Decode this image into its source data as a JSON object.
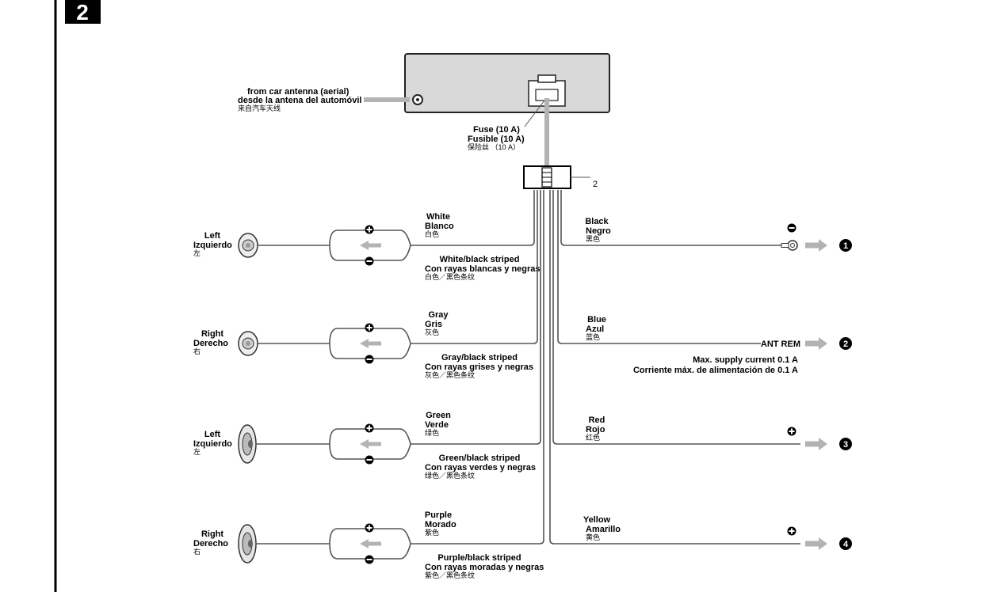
{
  "section_number": "2",
  "unit": {
    "antenna": [
      "from car antenna (aerial)",
      "desde la antena del automóvil",
      "来自汽车天线"
    ],
    "fuse": [
      "Fuse (10 A)",
      "Fusible (10 A)",
      "保险丝 （10 A）"
    ],
    "connector_label": "2"
  },
  "speakers": [
    {
      "side": [
        "Left",
        "Izquierdo",
        "左"
      ],
      "plus": [
        "White",
        "Blanco",
        "白色"
      ],
      "minus": [
        "White/black striped",
        "Con rayas blancas y negras",
        "白色／黑色条纹"
      ]
    },
    {
      "side": [
        "Right",
        "Derecho",
        "右"
      ],
      "plus": [
        "Gray",
        "Gris",
        "灰色"
      ],
      "minus": [
        "Gray/black striped",
        "Con rayas grises y negras",
        "灰色／黑色条纹"
      ]
    },
    {
      "side": [
        "Left",
        "Izquierdo",
        "左"
      ],
      "plus": [
        "Green",
        "Verde",
        "绿色"
      ],
      "minus": [
        "Green/black striped",
        "Con rayas verdes y negras",
        "绿色／黑色条纹"
      ]
    },
    {
      "side": [
        "Right",
        "Derecho",
        "右"
      ],
      "plus": [
        "Purple",
        "Morado",
        "紫色"
      ],
      "minus": [
        "Purple/black striped",
        "Con rayas moradas y negras",
        "紫色／黑色条纹"
      ]
    }
  ],
  "power": [
    {
      "color": [
        "Black",
        "Negro",
        "黑色"
      ],
      "number": "1"
    },
    {
      "color": [
        "Blue",
        "Azul",
        "蓝色"
      ],
      "number": "2",
      "terminal": "ANT REM",
      "note": [
        "Max. supply current 0.1 A",
        "Corriente máx. de alimentación de 0.1 A"
      ]
    },
    {
      "color": [
        "Red",
        "Rojo",
        "红色"
      ],
      "number": "3"
    },
    {
      "color": [
        "Yellow",
        "Amarillo",
        "黄色"
      ],
      "number": "4"
    }
  ],
  "colors": {
    "wire": "#555555",
    "arrow": "#b3b3b3",
    "unit_fill": "#d9d9d9",
    "ink": "#000000"
  }
}
